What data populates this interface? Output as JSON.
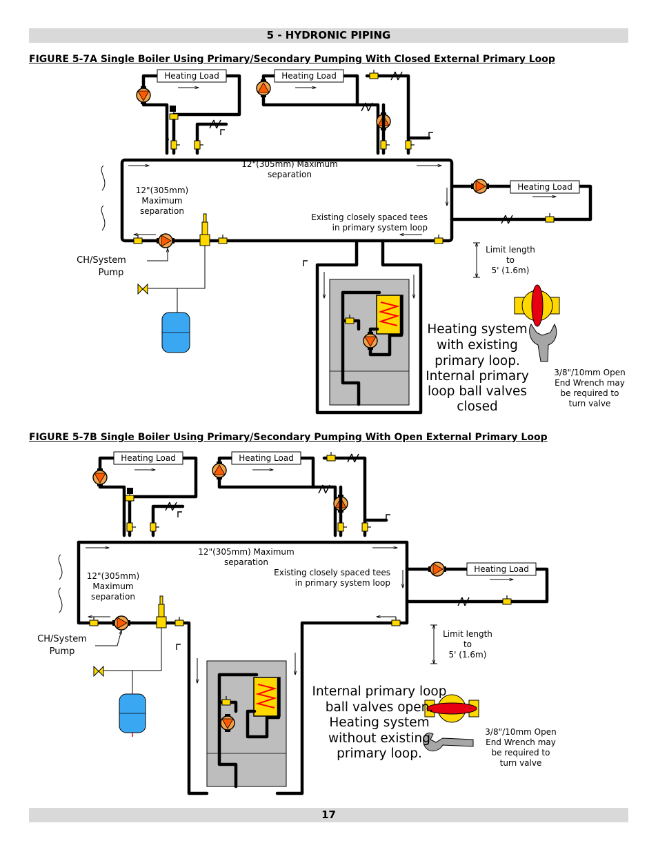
{
  "header": {
    "section_title": "5 - HYDRONIC PIPING"
  },
  "figures": [
    {
      "title": "FIGURE 5-7A  Single Boiler Using Primary/Secondary Pumping With Closed External Primary Loop",
      "load_labels": [
        "Heating Load",
        "Heating Load",
        "Heating Load"
      ],
      "sep_top": [
        "12\"(305mm) Maximum",
        "separation"
      ],
      "sep_left": [
        "12\"(305mm)",
        "Maximum",
        "separation"
      ],
      "tees": [
        "Existing closely spaced tees",
        "in primary system loop"
      ],
      "pump_label": [
        "CH/System",
        "Pump"
      ],
      "limit": [
        "Limit length",
        "to",
        "5' (1.6m)"
      ],
      "note": [
        "Heating system",
        "with existing",
        "primary loop.",
        "Internal primary",
        "loop ball valves",
        "closed"
      ],
      "wrench": [
        "3/8\"/10mm Open",
        "End Wrench may",
        "be required to",
        "turn valve"
      ]
    },
    {
      "title": "FIGURE 5-7B  Single Boiler Using Primary/Secondary Pumping With Open External Primary Loop",
      "load_labels": [
        "Heating Load",
        "Heating Load",
        "Heating Load"
      ],
      "sep_top": [
        "12\"(305mm) Maximum",
        "separation"
      ],
      "sep_left": [
        "12\"(305mm)",
        "Maximum",
        "separation"
      ],
      "tees": [
        "Existing closely spaced tees",
        "in primary system loop"
      ],
      "pump_label": [
        "CH/System",
        "Pump"
      ],
      "limit": [
        "Limit length",
        "to",
        "5' (1.6m)"
      ],
      "note": [
        "Internal primary loop",
        "ball valves open.",
        "Heating system",
        "without existing",
        "primary loop."
      ],
      "wrench": [
        "3/8\"/10mm Open",
        "End Wrench may",
        "be required to",
        "turn valve"
      ]
    }
  ],
  "footer": {
    "page_number": "17"
  }
}
